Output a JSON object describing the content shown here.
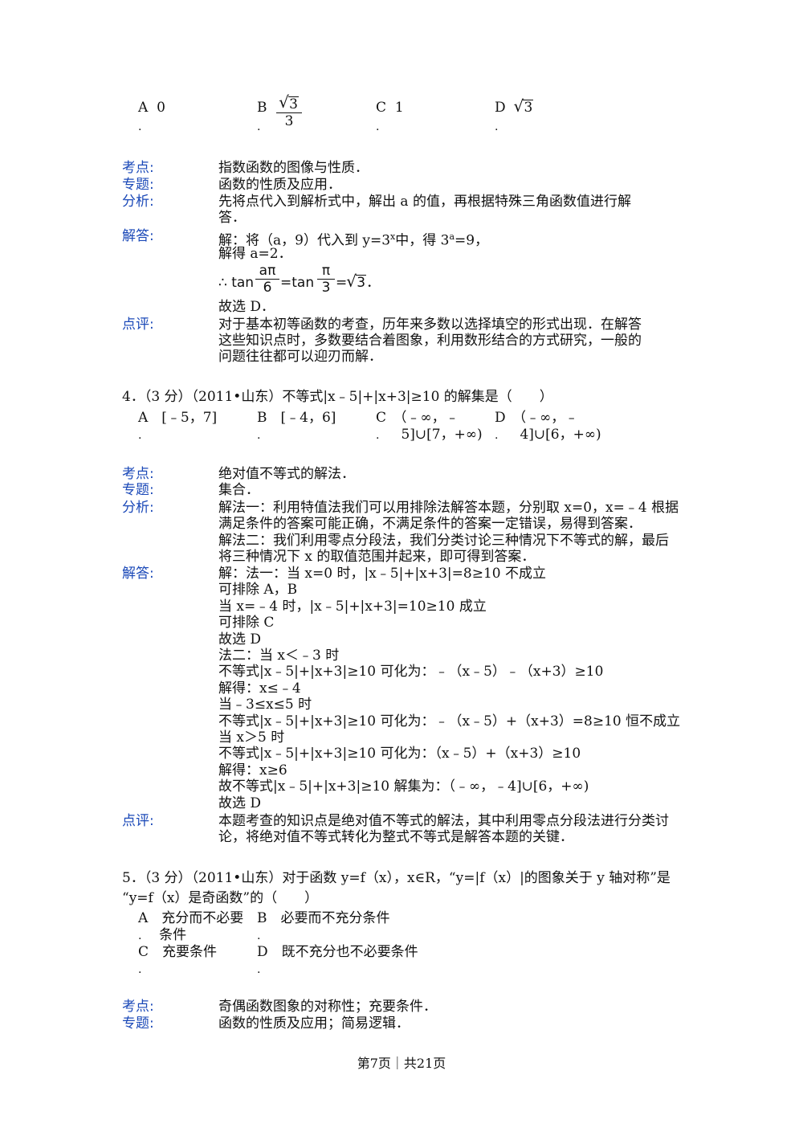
{
  "q3": {
    "options": [
      {
        "letter": "A",
        "text": "0"
      },
      {
        "letter": "B",
        "text": "3"
      },
      {
        "letter": "C",
        "text": "1"
      },
      {
        "letter": "D",
        "text": "3"
      }
    ],
    "option_b_den": "3",
    "kaodian_label": "考点:",
    "kaodian": "指数函数的图像与性质．",
    "zhuanti_label": "专题:",
    "zhuanti": "函数的性质及应用．",
    "fenxi_label": "分析:",
    "fenxi_lines": [
      "先将点代入到解析式中，解出 a 的值，再根据特殊三角函数值进行解",
      "答．"
    ],
    "jieda_label": "解答:",
    "jieda_line1_a": "解：将（a，9）代入到 y=3",
    "jieda_line1_sup": "x",
    "jieda_line1_b": "中，得 3",
    "jieda_line1_sup2": "a",
    "jieda_line1_c": "=9，",
    "jieda_line2": "解得 a=2．",
    "jieda_line3_prefix": "∴ tan",
    "jieda_line3_frac1_num": "aπ",
    "jieda_line3_frac1_den": "6",
    "jieda_line3_mid": "=tan",
    "jieda_line3_frac2_num": "π",
    "jieda_line3_frac2_den": "3",
    "jieda_line3_eq": "=",
    "jieda_line3_rad": "3",
    "jieda_line3_end": "．",
    "jieda_line4": "故选 D．",
    "dianping_label": "点评:",
    "dianping_lines": [
      "对于基本初等函数的考查，历年来多数以选择填空的形式出现．在解答",
      "这些知识点时，多数要结合着图象，利用数形结合的方式研究，一般的",
      "问题往往都可以迎刃而解．"
    ]
  },
  "q4": {
    "stem": "4．（3 分）（2011•山东）不等式|x﹣5|+|x+3|≥10 的解集是（　　）",
    "opt_a": "A　[﹣5，7]",
    "opt_b": "B　[﹣4，6]",
    "opt_c1": "C　（﹣∞，﹣",
    "opt_c2": "5]∪[7，+∞)",
    "opt_d1": "D　（﹣∞，﹣",
    "opt_d2": "4]∪[6，+∞)",
    "kaodian_label": "考点:",
    "kaodian": "绝对值不等式的解法．",
    "zhuanti_label": "专题:",
    "zhuanti": "集合．",
    "fenxi_label": "分析:",
    "fenxi_lines": [
      "解法一：利用特值法我们可以用排除法解答本题，分别取 x=0，x=﹣4 根据",
      "满足条件的答案可能正确，不满足条件的答案一定错误，易得到答案．",
      "解法二：我们利用零点分段法，我们分类讨论三种情况下不等式的解，最后",
      "将三种情况下 x 的取值范围并起来，即可得到答案．"
    ],
    "jieda_label": "解答:",
    "jieda_lines": [
      "解：法一：当 x=0 时，|x﹣5|+|x+3|=8≥10 不成立",
      "可排除 A，B",
      "当 x=﹣4 时，|x﹣5|+|x+3|=10≥10 成立",
      "可排除 C",
      "故选 D",
      "法二：当 x＜﹣3 时",
      "不等式|x﹣5|+|x+3|≥10 可化为：﹣（x﹣5）﹣（x+3）≥10",
      "解得：x≤﹣4",
      "当﹣3≤x≤5 时",
      "不等式|x﹣5|+|x+3|≥10 可化为：﹣（x﹣5）+（x+3）=8≥10 恒不成立",
      "当 x＞5 时",
      "不等式|x﹣5|+|x+3|≥10 可化为：（x﹣5）+（x+3）≥10",
      "解得：x≥6",
      "故不等式|x﹣5|+|x+3|≥10 解集为：（﹣∞，﹣4]∪[6，+∞)",
      "故选 D"
    ],
    "dianping_label": "点评:",
    "dianping_lines": [
      "本题考查的知识点是绝对值不等式的解法，其中利用零点分段法进行分类讨",
      "论，将绝对值不等式转化为整式不等式是解答本题的关键．"
    ]
  },
  "q5": {
    "stem1": "5．（3 分）（2011•山东）对于函数 y=f（x），x∈R，“y=|f（x）|的图象关于 y 轴对称”是",
    "stem2": "“y=f（x）是奇函数”的（　　）",
    "opt_a1": "A　充分而不必要",
    "opt_a2": "条件",
    "opt_b": "B　必要而不充分条件",
    "opt_c": "C　充要条件",
    "opt_d": "D　既不充分也不必要条件",
    "kaodian_label": "考点:",
    "kaodian": "奇偶函数图象的对称性；充要条件．",
    "zhuanti_label": "专题:",
    "zhuanti": "函数的性质及应用；简易逻辑．"
  },
  "footer": "第7页｜共21页"
}
